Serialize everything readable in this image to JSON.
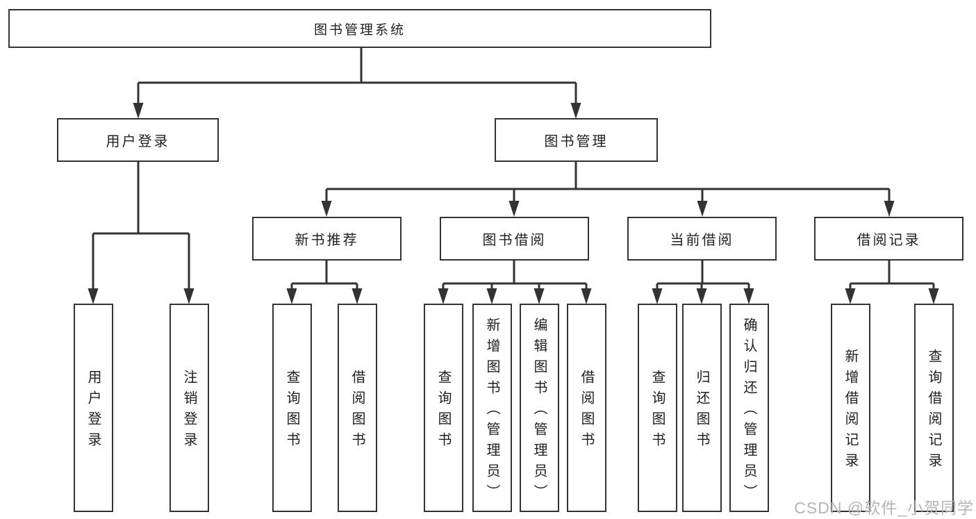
{
  "diagram_title": "图书管理系统",
  "watermark": "CSDN @软件_小贺同学",
  "colors": {
    "line": "#333333",
    "border": "#333333",
    "text": "#1f1f1f",
    "watermark": "#b5b5b5",
    "background": "#ffffff"
  },
  "nodes": {
    "root": {
      "label": "图书管理系统"
    },
    "user_login": {
      "label": "用户登录"
    },
    "book_management": {
      "label": "图书管理"
    },
    "new_book_recommend": {
      "label": "新书推荐"
    },
    "book_borrowing": {
      "label": "图书借阅"
    },
    "current_borrowing": {
      "label": "当前借阅"
    },
    "borrowing_records": {
      "label": "借阅记录"
    },
    "leaf_user_login": {
      "label": "用户登录"
    },
    "leaf_logout": {
      "label": "注销登录"
    },
    "leaf_recommend_query_books": {
      "label": "查询图书"
    },
    "leaf_recommend_borrow_books": {
      "label": "借阅图书"
    },
    "leaf_borrowing_query_books": {
      "label": "查询图书"
    },
    "leaf_borrowing_add_books": {
      "label": "新增图书（管理员）"
    },
    "leaf_borrowing_edit_books": {
      "label": "编辑图书（管理员）"
    },
    "leaf_borrowing_borrow_books": {
      "label": "借阅图书"
    },
    "leaf_current_query_books": {
      "label": "查询图书"
    },
    "leaf_current_return_books": {
      "label": "归还图书"
    },
    "leaf_current_confirm_return": {
      "label": "确认归还（管理员）"
    },
    "leaf_records_add_record": {
      "label": "新增借阅记录"
    },
    "leaf_records_query_record": {
      "label": "查询借阅记录"
    }
  },
  "hierarchy": {
    "图书管理系统": [
      "用户登录",
      "图书管理"
    ],
    "用户登录": [
      "用户登录",
      "注销登录"
    ],
    "图书管理": [
      "新书推荐",
      "图书借阅",
      "当前借阅",
      "借阅记录"
    ],
    "新书推荐": [
      "查询图书",
      "借阅图书"
    ],
    "图书借阅": [
      "查询图书",
      "新增图书（管理员）",
      "编辑图书（管理员）",
      "借阅图书"
    ],
    "当前借阅": [
      "查询图书",
      "归还图书",
      "确认归还（管理员）"
    ],
    "借阅记录": [
      "新增借阅记录",
      "查询借阅记录"
    ]
  }
}
